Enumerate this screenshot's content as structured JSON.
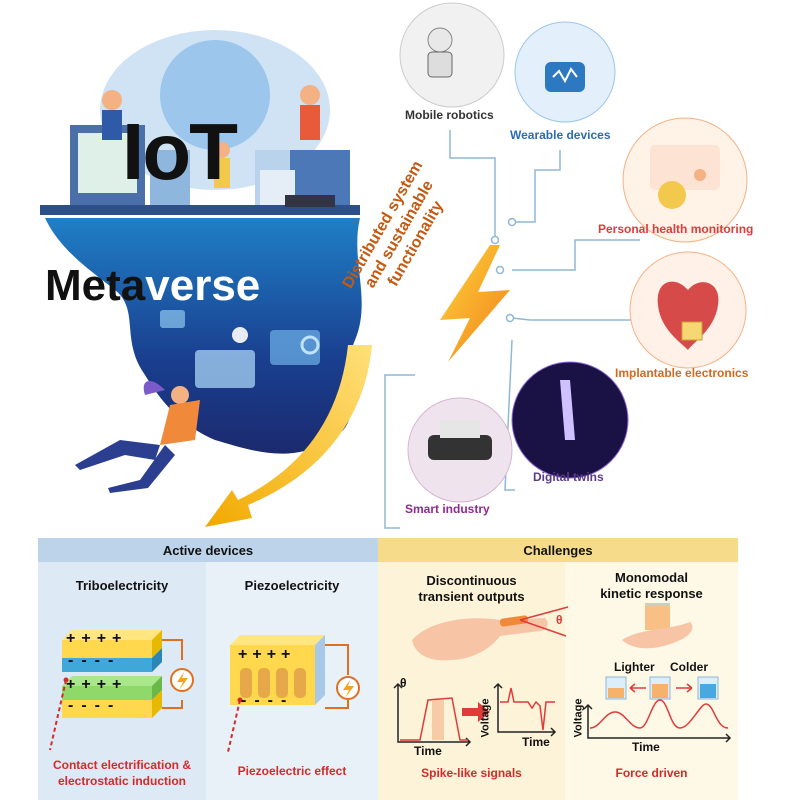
{
  "top": {
    "iot": "IoT",
    "metaverse_prefix": "Meta",
    "metaverse_suffix": "verse",
    "center_line1": "Distributed system",
    "center_line2": "and sustainable",
    "center_line3": "functionality"
  },
  "applications": [
    {
      "label": "Mobile robotics",
      "color": "#333333"
    },
    {
      "label": "Wearable devices",
      "color": "#2a6db5"
    },
    {
      "label": "Personal health monitoring",
      "color": "#e03b3b"
    },
    {
      "label": "Implantable electronics",
      "color": "#d2691e"
    },
    {
      "label": "Digital twins",
      "color": "#5b3a8a"
    },
    {
      "label": "Smart industry",
      "color": "#8e2b8e"
    }
  ],
  "bottom": {
    "active_header": "Active devices",
    "challenges_header": "Challenges",
    "tribo_title": "Triboelectricity",
    "piezo_title": "Piezoelectricity",
    "disc_title_l1": "Discontinuous",
    "disc_title_l2": "transient outputs",
    "mono_title_l1": "Monomodal",
    "mono_title_l2": "kinetic response",
    "tribo_caption_l1": "Contact electrification &",
    "tribo_caption_l2": "electrostatic induction",
    "piezo_caption": "Piezoelectric effect",
    "spike_caption": "Spike-like signals",
    "force_caption": "Force driven",
    "theta": "θ",
    "time": "Time",
    "voltage": "Voltage",
    "lighter": "Lighter",
    "colder": "Colder"
  },
  "colors": {
    "active_bg": "#dde9f4",
    "active_header": "#bcd3ea",
    "challenge_bg": "#fdf3d8",
    "challenge_header": "#f6dc8a",
    "caption_red": "#d42a2a",
    "bolt": "#f5a31a"
  }
}
